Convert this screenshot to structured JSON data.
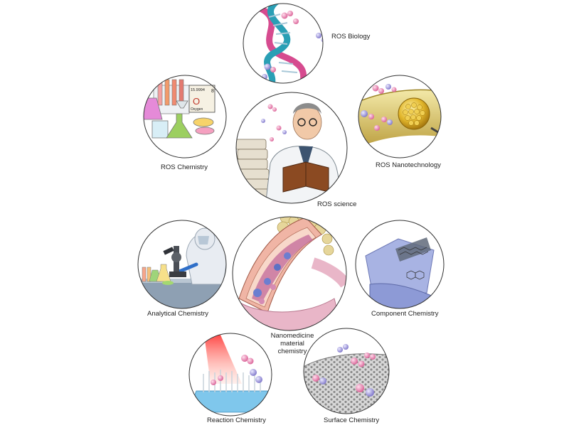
{
  "labels": {
    "ros_biology": "ROS Biology",
    "ros_chemistry": "ROS Chemistry",
    "ros_nanotechnology": "ROS Nanotechnology",
    "ros_science": "ROS science",
    "analytical_chemistry": "Analytical Chemistry",
    "component_chemistry": "Component Chemistry",
    "nanomedicine_line1": "Nanomedicine",
    "nanomedicine_line2": "material",
    "nanomedicine_line3": "chemistry",
    "reaction_chemistry": "Reaction Chemistry",
    "surface_chemistry": "Surface Chemistry"
  },
  "periodic_tile": {
    "mass": "15.9994",
    "number": "8",
    "symbol": "O",
    "name": "Oxygen"
  },
  "colors": {
    "circle_stroke": "#333333",
    "molecule_pink": "#e07aa8",
    "molecule_purple": "#8e86d4",
    "dna_pink": "#d64b8f",
    "dna_teal": "#2a9fb5",
    "nano_gold": "#d9b12a",
    "laser_red": "#ff2a2a"
  }
}
